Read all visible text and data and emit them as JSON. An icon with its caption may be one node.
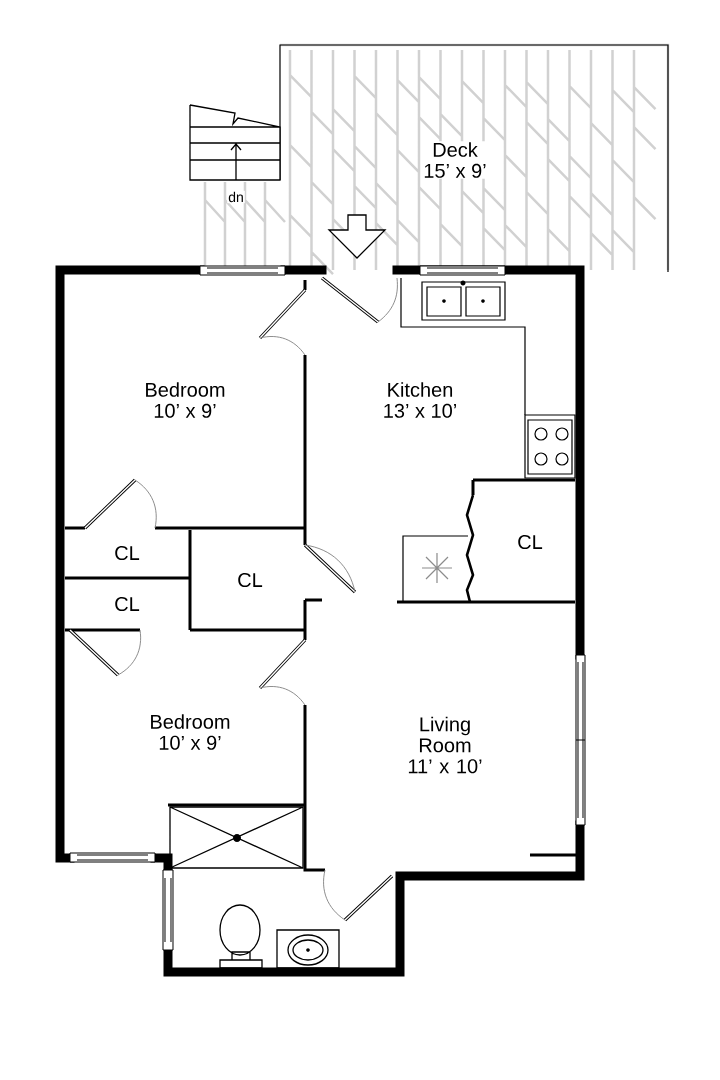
{
  "diagram": {
    "nodes": [
      {
        "text": [
          "Deck",
          "15’ x 9’"
        ]
      },
      {
        "text": [
          "Bedroom",
          "10’ x 9’"
        ]
      },
      {
        "text": [
          "Kitchen",
          "13’ x 10’"
        ]
      },
      {
        "text": [
          "CL"
        ]
      },
      {
        "text": [
          "CL"
        ]
      },
      {
        "text": [
          "CL"
        ]
      },
      {
        "text": [
          "CL"
        ]
      },
      {
        "text": [
          "Bedroom",
          "10’ x 9’"
        ]
      },
      {
        "text": [
          "Living Room",
          "11’ x 10’"
        ]
      }
    ],
    "labels": [
      "dn"
    ]
  }
}
